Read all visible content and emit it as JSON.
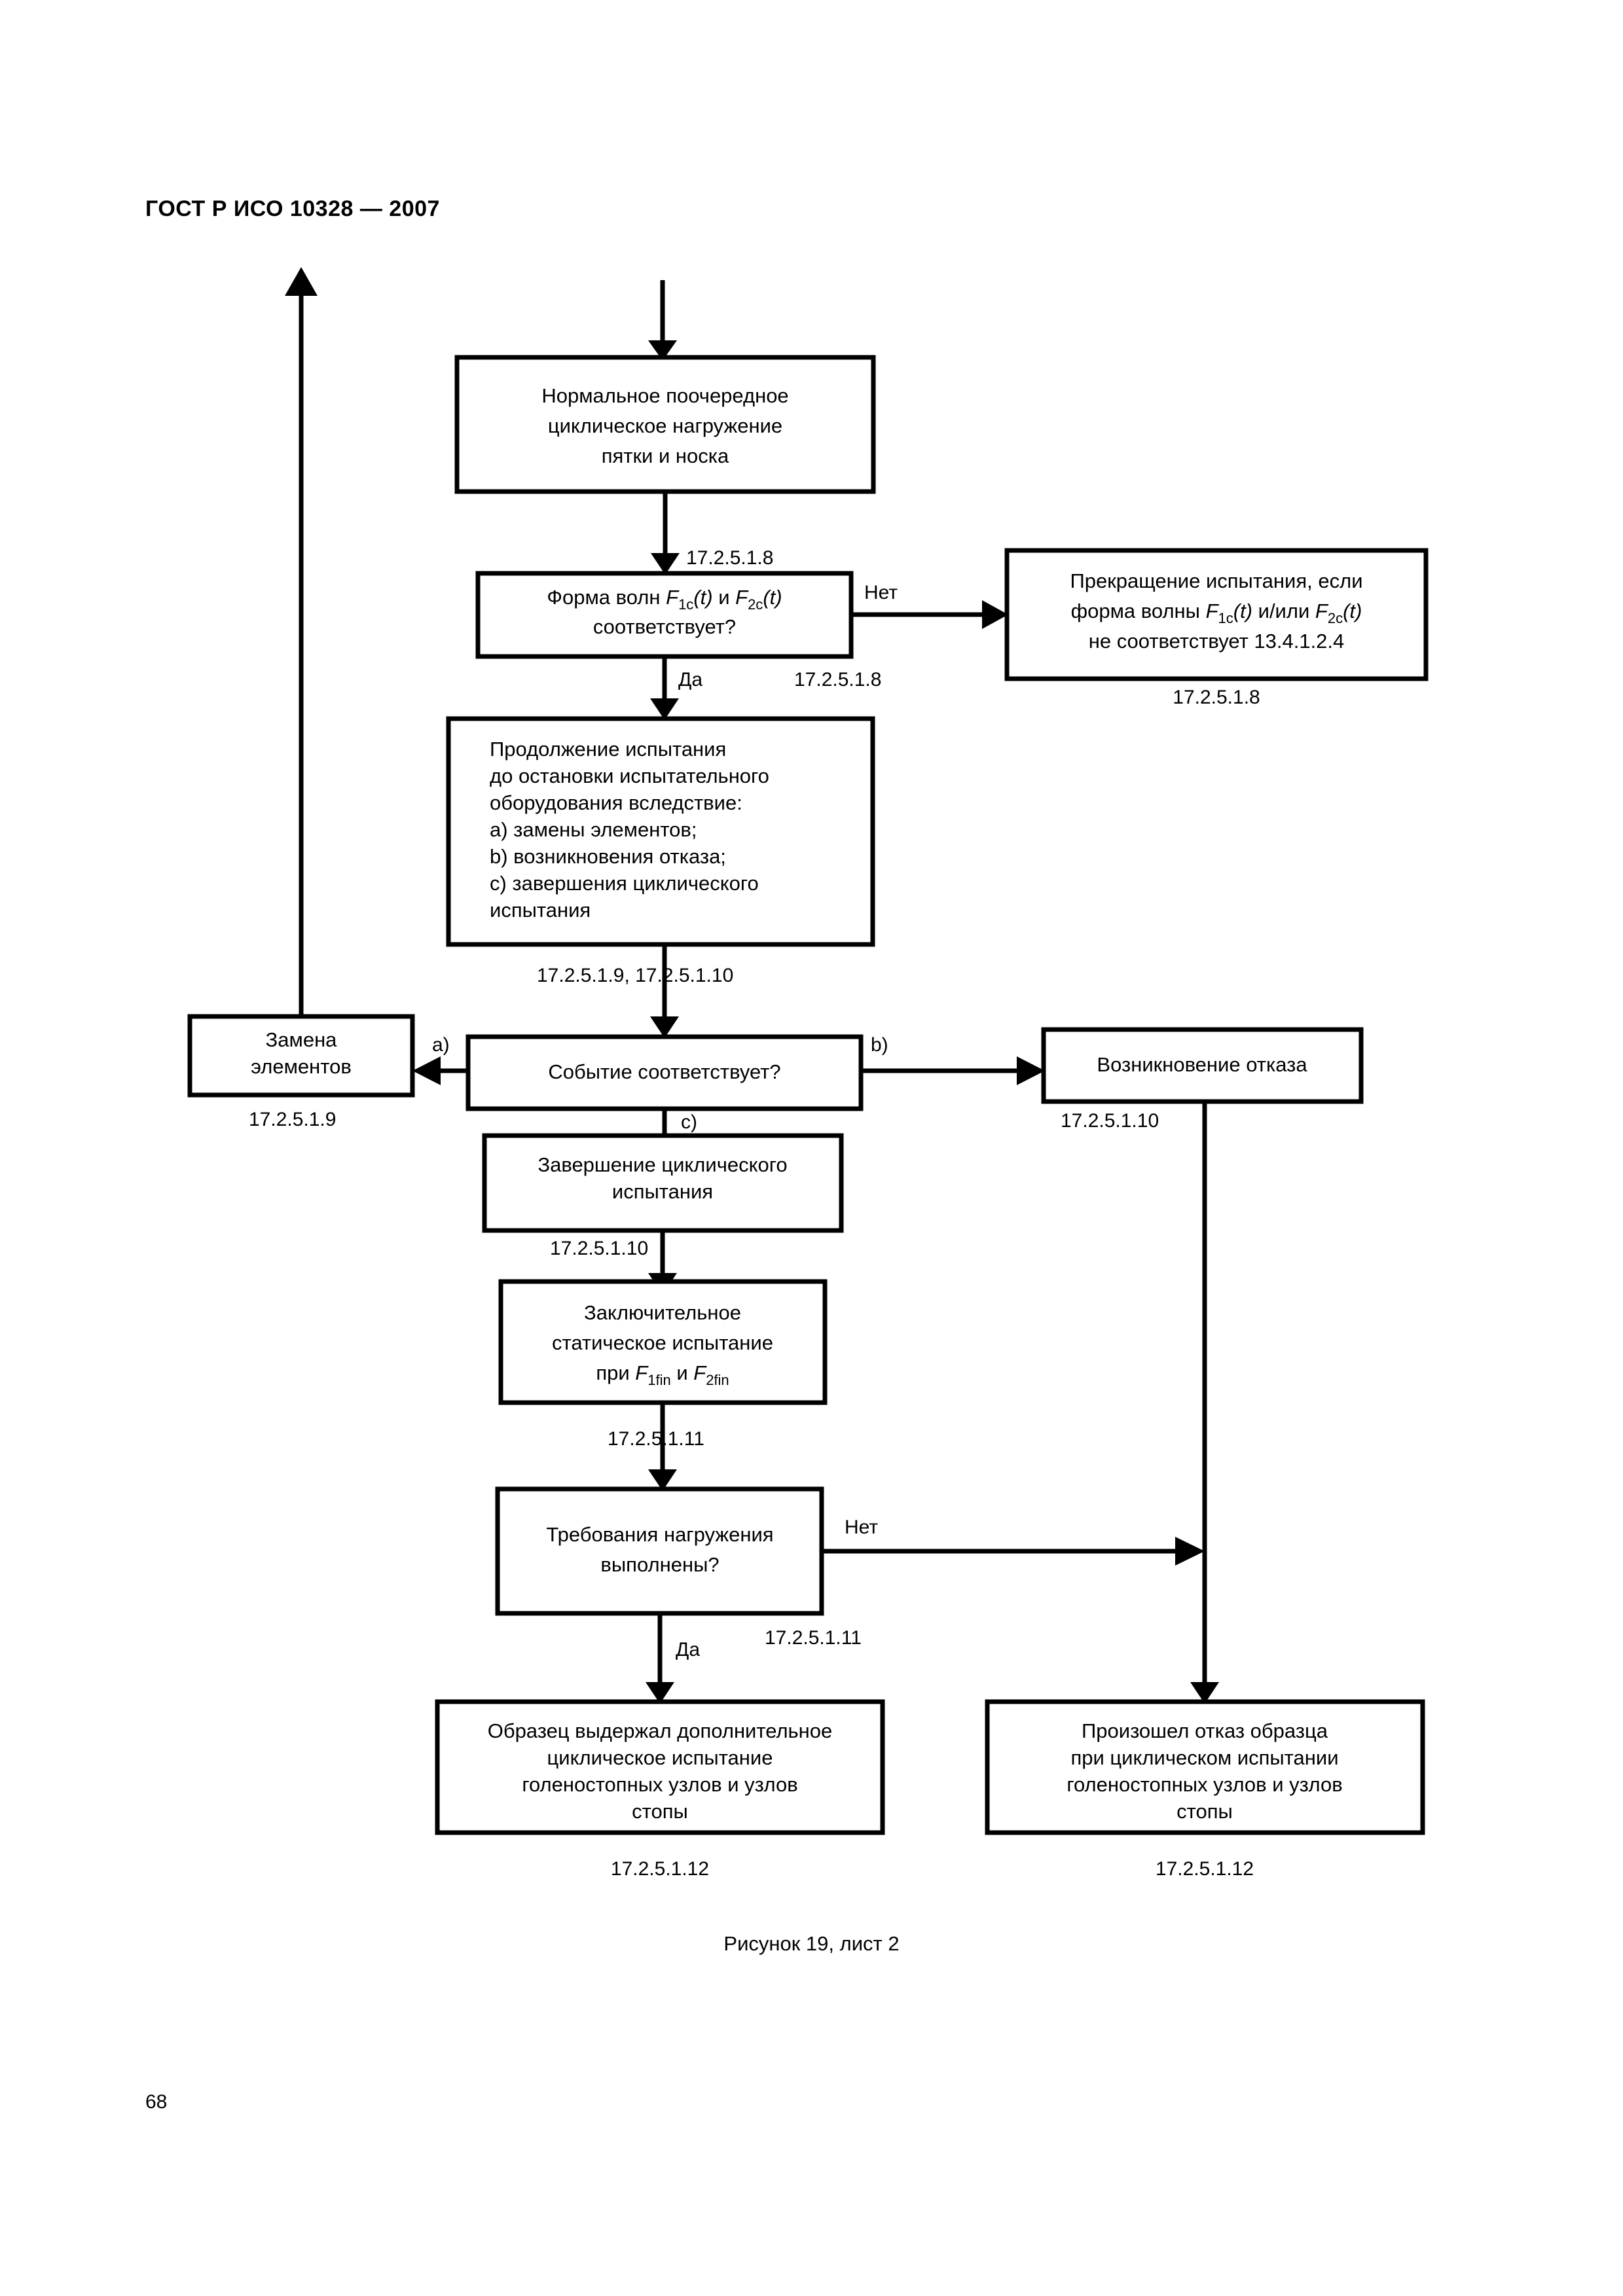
{
  "document": {
    "header": "ГОСТ Р ИСО 10328 — 2007",
    "page_number": "68",
    "figure_caption": "Рисунок 19, лист 2"
  },
  "flowchart": {
    "nodes": {
      "normal_cyclic_loading": {
        "lines": [
          "Нормальное поочередное",
          "циклическое нагружение",
          "пятки и носка"
        ]
      },
      "waveform_decision": {
        "line1_pre": "Форма волн ",
        "f1": "F",
        "f1_sub": "1c",
        "f1_post": "(t)",
        "conj": " и ",
        "f2": "F",
        "f2_sub": "2c",
        "f2_post": "(t)",
        "line2": "соответствует?"
      },
      "test_termination": {
        "line1": "Прекращение испытания, если",
        "line2_pre": "форма волны ",
        "f1": "F",
        "f1_sub": "1c",
        "f1_post": "(t)",
        "conj": " и/или ",
        "f2": "F",
        "f2_sub": "2c",
        "f2_post": "(t)",
        "line3": "не соответствует 13.4.1.2.4"
      },
      "test_continuation": {
        "lines": [
          "Продолжение испытания",
          "до остановки испытательного",
          "оборудования вследствие:",
          "a) замены элементов;",
          "b) возникновения отказа;",
          "c) завершения циклического",
          "испытания"
        ]
      },
      "element_replacement": {
        "lines": [
          "Замена",
          "элементов"
        ]
      },
      "event_decision": {
        "lines": [
          "Событие соответствует?"
        ]
      },
      "failure_occurrence": {
        "lines": [
          "Возникновение отказа"
        ]
      },
      "cycle_completion": {
        "lines": [
          "Завершение циклического",
          "испытания"
        ]
      },
      "final_static_test": {
        "line1": "Заключительное",
        "line2": "статическое испытание",
        "line3_pre": "при ",
        "f1": "F",
        "f1_sub": "1fin",
        "conj": " и ",
        "f2": "F",
        "f2_sub": "2fin"
      },
      "loading_requirements_decision": {
        "lines": [
          "Требования нагружения",
          "выполнены?"
        ]
      },
      "sample_passed": {
        "lines": [
          "Образец выдержал дополнительное",
          "циклическое испытание",
          "голеностопных узлов и узлов",
          "стопы"
        ]
      },
      "sample_failed": {
        "lines": [
          "Произошел отказ образца",
          "при циклическом испытании",
          "голеностопных узлов и узлов",
          "стопы"
        ]
      }
    },
    "edge_labels": {
      "clause_17_2_5_1_8_top": "17.2.5.1.8",
      "no_waveform": "Нет",
      "yes_waveform": "Да",
      "clause_17_2_5_1_8_yes": "17.2.5.1.8",
      "clause_17_2_5_1_8_right": "17.2.5.1.8",
      "clause_17_2_5_1_9_10": "17.2.5.1.9, 17.2.5.1.10",
      "branch_a": "a)",
      "branch_b": "b)",
      "branch_c": "c)",
      "clause_17_2_5_1_9": "17.2.5.1.9",
      "clause_17_2_5_1_10_right": "17.2.5.1.10",
      "clause_17_2_5_1_10_center": "17.2.5.1.10",
      "clause_17_2_5_1_11_center": "17.2.5.1.11",
      "no_loading": "Нет",
      "yes_loading": "Да",
      "clause_17_2_5_1_11_yes": "17.2.5.1.11",
      "clause_17_2_5_1_12_left": "17.2.5.1.12",
      "clause_17_2_5_1_12_right": "17.2.5.1.12"
    }
  }
}
